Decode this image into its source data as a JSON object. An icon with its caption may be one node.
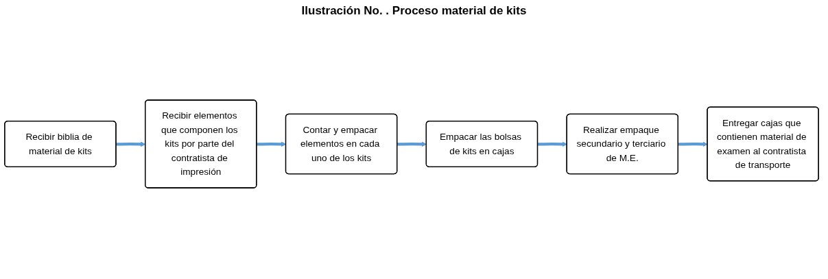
{
  "diagram": {
    "title": "Ilustración No. . Proceso material de kits",
    "nodes": [
      {
        "text": [
          "Recibir biblia de material de kits"
        ]
      },
      {
        "text": [
          "Recibir elementos que componen los kits por parte del contratista de impresión"
        ]
      },
      {
        "text": [
          "Contar y empacar elementos en cada uno de los kits"
        ]
      },
      {
        "text": [
          "Empacar las bolsas de kits en cajas"
        ]
      },
      {
        "text": [
          "Realizar empaque secundario y terciario de M.E."
        ]
      },
      {
        "text": [
          "Entregar cajas que contienen material de examen al contratista de transporte"
        ]
      }
    ],
    "edges": [
      {
        "from": 0,
        "to": 1,
        "arrow": "to"
      },
      {
        "from": 1,
        "to": 2,
        "arrow": "to"
      },
      {
        "from": 2,
        "to": 3,
        "arrow": "to"
      },
      {
        "from": 3,
        "to": 4,
        "arrow": "to"
      },
      {
        "from": 4,
        "to": 5,
        "arrow": "to"
      }
    ]
  }
}
